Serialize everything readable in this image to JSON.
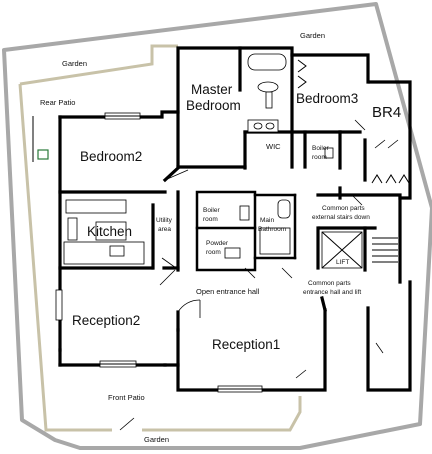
{
  "labels": {
    "garden_top": "Garden",
    "garden_left": "Garden",
    "garden_bottom": "Garden",
    "rear_patio": "Rear Patio",
    "front_patio": "Front Patio",
    "master_bedroom_l1": "Master",
    "master_bedroom_l2": "Bedroom",
    "bedroom3": "Bedroom3",
    "br4": "BR4",
    "bedroom2": "Bedroom2",
    "wic": "WIC",
    "boiler_room_l1": "Boiler",
    "boiler_room_l2": "room",
    "boiler_room2_l1": "Boiler",
    "boiler_room2_l2": "room",
    "powder_room_l1": "Powder",
    "powder_room_l2": "room",
    "main_bathroom_l1": "Main",
    "main_bathroom_l2": "Bathroom",
    "utility_area_l1": "Utility",
    "utility_area_l2": "area",
    "kitchen": "Kitchen",
    "common_stairs_l1": "Common parts",
    "common_stairs_l2": "external stairs down",
    "lift": "LIFT",
    "common_hall_l1": "Common parts",
    "common_hall_l2": "entrance hall and lift",
    "open_entrance_hall": "Open entrance hall",
    "reception2": "Reception2",
    "reception1": "Reception1"
  },
  "colors": {
    "boundary": "#a8a8a8",
    "patio_edge": "#c8c2a8",
    "walls": "#000000"
  }
}
